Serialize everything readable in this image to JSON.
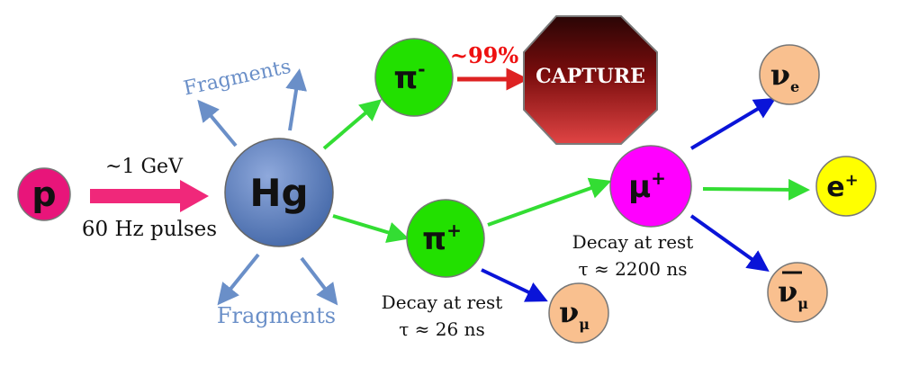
{
  "colors": {
    "proton": "#e8157a",
    "mercury": "#5b7fbf",
    "pion": "#22e000",
    "muon": "#ff00ff",
    "positron": "#ffff00",
    "neutrino": "#f9c08f",
    "fragments": "#6a8fc8",
    "green_arrow": "#33dd33",
    "blue_arrow": "#0a14d8",
    "red_arrow": "#dd2222",
    "pink_arrow": "#f0287a",
    "capture_text": "#ffffff",
    "percent_text": "#ee1111"
  },
  "nodes": {
    "proton": {
      "label": "p"
    },
    "mercury": {
      "label": "Hg"
    },
    "pi_minus": {
      "label": "π",
      "superscript": "-"
    },
    "pi_plus": {
      "label": "π",
      "superscript": "+"
    },
    "muon_plus": {
      "label": "μ",
      "superscript": "+"
    },
    "positron": {
      "label": "e",
      "superscript": "+"
    },
    "nu_e": {
      "label": "ν",
      "subscript": "e"
    },
    "nu_mu": {
      "label": "ν",
      "subscript": "μ"
    },
    "nu_mu_bar": {
      "label": "ν",
      "subscript": "μ"
    }
  },
  "capture": {
    "label": "CAPTURE"
  },
  "labels": {
    "beam_energy": "~1 GeV",
    "beam_pulses": "60 Hz pulses",
    "fragments_top": "Fragments",
    "fragments_bottom": "Fragments",
    "capture_fraction": "~99%",
    "pion_decay": "Decay at rest",
    "pion_lifetime": "τ ≈ 26 ns",
    "muon_decay": "Decay at rest",
    "muon_lifetime": "τ ≈ 2200 ns"
  }
}
